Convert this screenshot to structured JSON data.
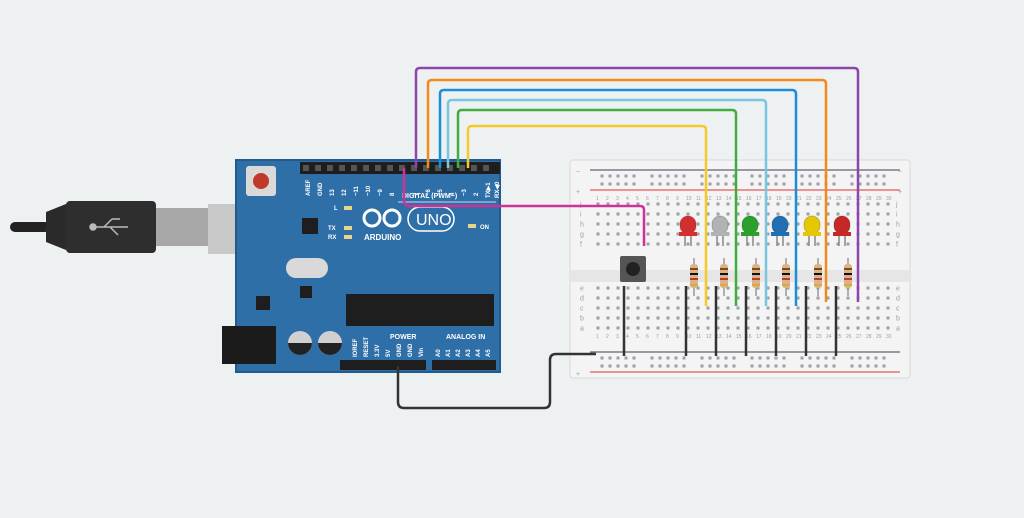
{
  "board": {
    "logo_text": "ARDUINO",
    "uno_text": "UNO",
    "digital_header": "DIGITAL (PWM~)",
    "power_header": "POWER",
    "analog_header": "ANALOG IN",
    "on_label": "ON",
    "tx_label": "TX",
    "rx_label": "RX",
    "l_label": "L",
    "digital_pins": [
      "AREF",
      "GND",
      "13",
      "12",
      "~11",
      "~10",
      "~9",
      "8",
      "7",
      "~6",
      "~5",
      "4",
      "~3",
      "2",
      "TX▶1",
      "RX◀0"
    ],
    "power_pins": [
      "IOREF",
      "RESET",
      "3.3V",
      "5V",
      "GND",
      "GND",
      "Vin"
    ],
    "analog_pins": [
      "A0",
      "A1",
      "A2",
      "A3",
      "A4",
      "A5"
    ]
  },
  "breadboard": {
    "rail_minus": "−",
    "rail_plus": "+",
    "row_letters_top": [
      "j",
      "i",
      "h",
      "g",
      "f"
    ],
    "row_letters_bottom": [
      "e",
      "d",
      "c",
      "b",
      "a"
    ],
    "column_numbers": [
      "1",
      "2",
      "3",
      "4",
      "5",
      "6",
      "7",
      "8",
      "9",
      "10",
      "11",
      "12",
      "13",
      "14",
      "15",
      "16",
      "17",
      "18",
      "19",
      "20",
      "21",
      "22",
      "23",
      "24",
      "25",
      "26",
      "27",
      "28",
      "29",
      "30"
    ]
  },
  "leds": [
    {
      "color": "red",
      "hex": "#d32f2f"
    },
    {
      "color": "white",
      "hex": "#b0b3b6"
    },
    {
      "color": "green",
      "hex": "#2ca02c"
    },
    {
      "color": "blue",
      "hex": "#1f6fb2"
    },
    {
      "color": "yellow",
      "hex": "#e6c800"
    },
    {
      "color": "red",
      "hex": "#c62828"
    }
  ],
  "wires": [
    {
      "name": "purple",
      "hex": "#8e44ad"
    },
    {
      "name": "orange",
      "hex": "#f28a1a"
    },
    {
      "name": "blue",
      "hex": "#1a8fd6"
    },
    {
      "name": "light-blue",
      "hex": "#79c6e0"
    },
    {
      "name": "green",
      "hex": "#3fae3f"
    },
    {
      "name": "yellow",
      "hex": "#f4c92a"
    },
    {
      "name": "magenta",
      "hex": "#cc3399"
    },
    {
      "name": "ground",
      "hex": "#333333"
    }
  ],
  "colors": {
    "board": "#2f6fa8",
    "board_dark": "#245a8a",
    "breadboard": "#f4f4f4",
    "rail_red": "#d33",
    "rail_blue": "#334"
  }
}
